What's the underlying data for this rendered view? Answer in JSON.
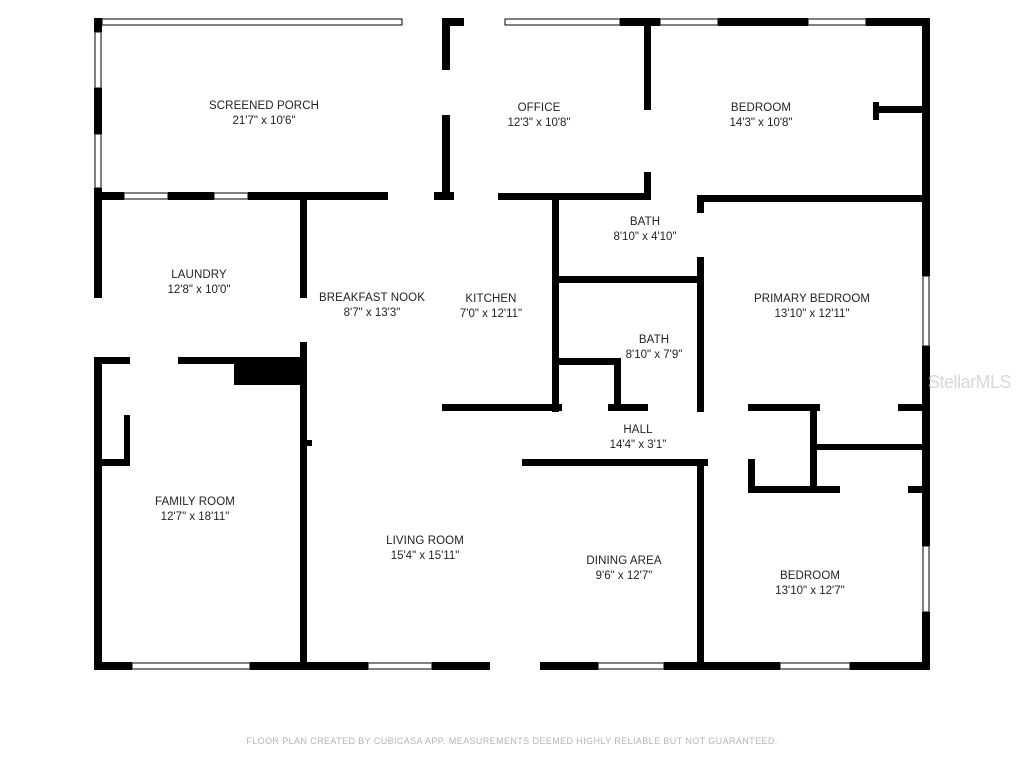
{
  "plan": {
    "rooms": [
      {
        "name": "SCREENED PORCH",
        "dims": "21'7\" x 10'6\""
      },
      {
        "name": "OFFICE",
        "dims": "12'3\" x 10'8\""
      },
      {
        "name": "BEDROOM",
        "dims": "14'3\" x 10'8\""
      },
      {
        "name": "LAUNDRY",
        "dims": "12'8\" x 10'0\""
      },
      {
        "name": "BREAKFAST NOOK",
        "dims": "8'7\" x 13'3\""
      },
      {
        "name": "KITCHEN",
        "dims": "7'0\" x 12'11\""
      },
      {
        "name": "BATH",
        "dims": "8'10\" x 4'10\""
      },
      {
        "name": "BATH",
        "dims": "8'10\" x 7'9\""
      },
      {
        "name": "PRIMARY BEDROOM",
        "dims": "13'10\" x 12'11\""
      },
      {
        "name": "HALL",
        "dims": "14'4\" x 3'1\""
      },
      {
        "name": "FAMILY ROOM",
        "dims": "12'7\" x 18'11\""
      },
      {
        "name": "LIVING ROOM",
        "dims": "15'4\" x 15'11\""
      },
      {
        "name": "DINING AREA",
        "dims": "9'6\" x 12'7\""
      },
      {
        "name": "BEDROOM",
        "dims": "13'10\" x 12'7\""
      }
    ],
    "watermark": "StellarMLS",
    "footer": "FLOOR PLAN CREATED BY CUBICASA APP. MEASUREMENTS DEEMED HIGHLY RELIABLE BUT NOT GUARANTEED.",
    "colors": {
      "wall": "#000000",
      "window": "#ffffff",
      "text": "#222222",
      "footer": "#b4b4b4"
    }
  }
}
